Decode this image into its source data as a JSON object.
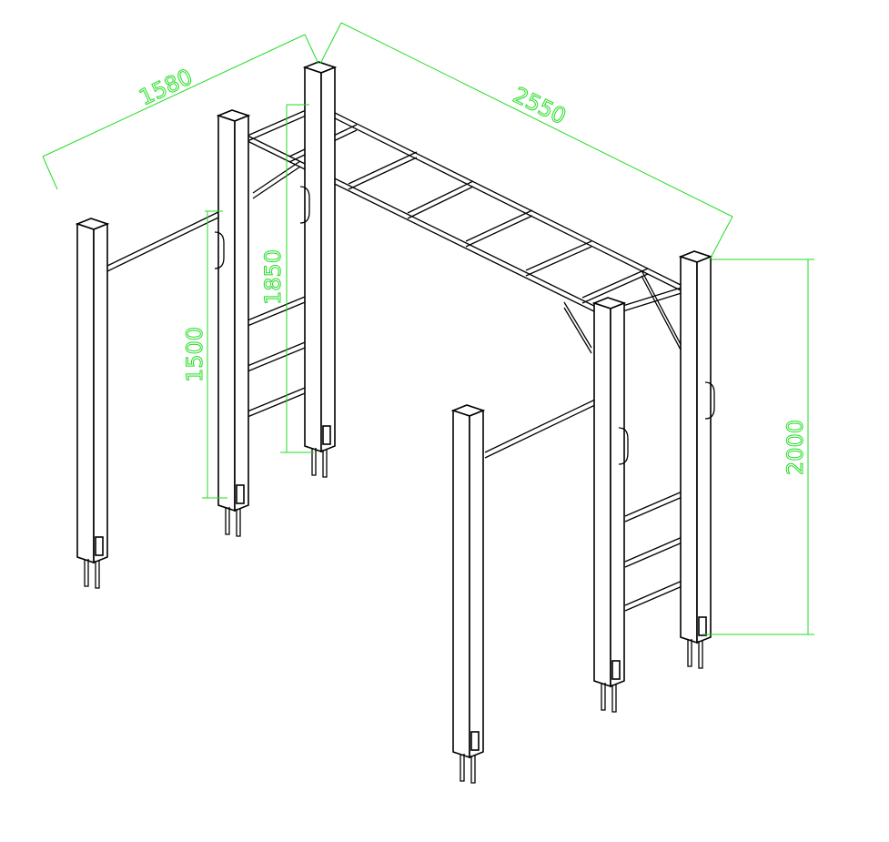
{
  "drawing": {
    "title": "Monkey bar climbing frame isometric drawing",
    "dimension_color": "#22dd22",
    "line_color": "#000000",
    "dimensions": {
      "depth": "1580",
      "length": "2550",
      "height_top_bar": "1850",
      "height_pullup_bar": "1500",
      "height_post": "2000"
    }
  }
}
